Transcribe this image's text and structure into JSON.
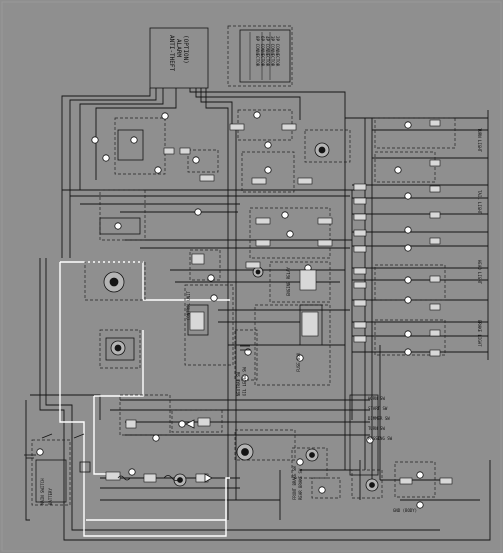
{
  "diagram": {
    "anti_theft_box": {
      "lines": [
        "ANTI-THEFT",
        "ALARM",
        "(OPTION)"
      ]
    },
    "connector_legend": {
      "rows": [
        "2P CONNECTOR",
        "3P CONNECTOR",
        "4P CONNECTOR",
        "6P CONNECTOR",
        "8P CONNECTOR"
      ]
    },
    "relay_label": "ENGINE RELAY",
    "controller_label": "CONTROL UNIT",
    "fuse_box_label": "FUSE BOX",
    "main_switch_label": "MAIN SWITCH",
    "battery_label": "BATTERY",
    "switch_labels": [
      "HORN SW",
      "START SW",
      "DIMMER SW",
      "TURN SW",
      "PASSING SW"
    ],
    "right_labels": [
      "TURN LIGHT",
      "TAIL LIGHT",
      "HEAD LIGHT",
      "BRAKE LIGHT"
    ],
    "ground_label": "GND (BODY)",
    "bottom_labels": [
      "FRONT BRAKE SW",
      "REAR BRAKE SW",
      "NEUTRAL SW",
      "OIL LEVEL SW"
    ],
    "colors": {
      "background": "#8f8f8f",
      "line": "#141414",
      "dashed": "#222222",
      "highlight": "#ffffff"
    }
  }
}
